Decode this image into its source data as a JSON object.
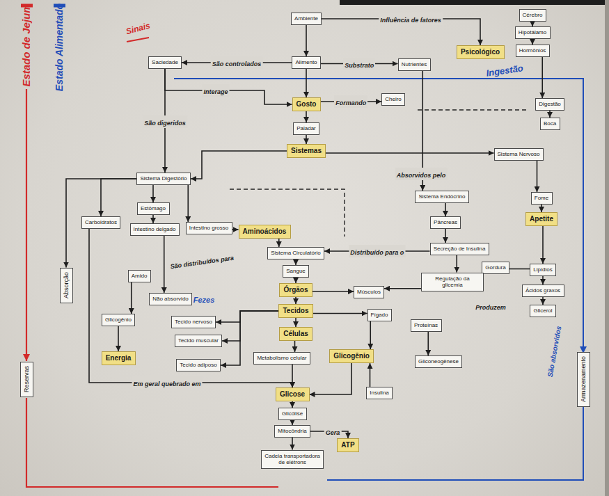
{
  "diagram": {
    "nodes": [
      {
        "text": [
          "Cérebro"
        ]
      },
      {
        "text": [
          "Ambiente"
        ]
      },
      {
        "text": [
          "Hipotálamo"
        ]
      },
      {
        "text": [
          "Hormônios"
        ]
      },
      {
        "text": [
          "Psicológico"
        ]
      },
      {
        "text": [
          "Saciedade"
        ]
      },
      {
        "text": [
          "Alimento"
        ]
      },
      {
        "text": [
          "Nutrientes"
        ]
      },
      {
        "text": [
          "Cheiro"
        ]
      },
      {
        "text": [
          "Gosto"
        ]
      },
      {
        "text": [
          "Digestão"
        ]
      },
      {
        "text": [
          "Boca"
        ]
      },
      {
        "text": [
          "Paladar"
        ]
      },
      {
        "text": [
          "Sistemas"
        ]
      },
      {
        "text": [
          "Sistema Nervoso"
        ]
      },
      {
        "text": [
          "Sistema Digestório"
        ]
      },
      {
        "text": [
          "Sistema Endócrino"
        ]
      },
      {
        "text": [
          "Fome"
        ]
      },
      {
        "text": [
          "Estômago"
        ]
      },
      {
        "text": [
          "Apetite"
        ]
      },
      {
        "text": [
          "Carboidratos"
        ]
      },
      {
        "text": [
          "Pâncreas"
        ]
      },
      {
        "text": [
          "Intestino grosso"
        ]
      },
      {
        "text": [
          "Intestino delgado"
        ]
      },
      {
        "text": [
          "Aminoácidos"
        ]
      },
      {
        "text": [
          "Sistema Circulatório"
        ]
      },
      {
        "text": [
          "Secreção de Insulina"
        ]
      },
      {
        "text": [
          "Sangue"
        ]
      },
      {
        "text": [
          "Gordura"
        ]
      },
      {
        "text": [
          "Lipídios"
        ]
      },
      {
        "text": [
          "Amido"
        ]
      },
      {
        "text": [
          "Absorção"
        ]
      },
      {
        "text": [
          "Regulação da glicemia"
        ]
      },
      {
        "text": [
          "Órgãos"
        ]
      },
      {
        "text": [
          "Músculos"
        ]
      },
      {
        "text": [
          "Ácidos graxos"
        ]
      },
      {
        "text": [
          "Não absorvido"
        ]
      },
      {
        "text": [
          "Tecidos"
        ]
      },
      {
        "text": [
          "Glicerol"
        ]
      },
      {
        "text": [
          "Fígado"
        ]
      },
      {
        "text": [
          "Glicogênio"
        ]
      },
      {
        "text": [
          "Tecido nervoso"
        ]
      },
      {
        "text": [
          "Proteínas"
        ]
      },
      {
        "text": [
          "Células"
        ]
      },
      {
        "text": [
          "Tecido muscular"
        ]
      },
      {
        "text": [
          "Glicogênio"
        ]
      },
      {
        "text": [
          "Gliconeogênese"
        ]
      },
      {
        "text": [
          "Metabolismo celular"
        ]
      },
      {
        "text": [
          "Energia"
        ]
      },
      {
        "text": [
          "Tecido adiposo"
        ]
      },
      {
        "text": [
          "Reservas"
        ]
      },
      {
        "text": [
          "Armazenamento"
        ]
      },
      {
        "text": [
          "Insulina"
        ]
      },
      {
        "text": [
          "Glicose"
        ]
      },
      {
        "text": [
          "Glicólise"
        ]
      },
      {
        "text": [
          "Mitocôndria"
        ]
      },
      {
        "text": [
          "ATP"
        ]
      },
      {
        "text": [
          "Cadeia transportadora de elétrons"
        ]
      }
    ],
    "edges": [
      {
        "from": 1,
        "to": 6,
        "arrow": "to"
      },
      {
        "from": 1,
        "to": 4,
        "label": "Influência de fatores",
        "arrow": "to"
      },
      {
        "from": 0,
        "to": 2,
        "arrow": "to"
      },
      {
        "from": 2,
        "to": 3,
        "arrow": "to"
      },
      {
        "from": 3,
        "to": 10,
        "arrow": "to"
      },
      {
        "from": 6,
        "to": 5,
        "label": "São controlados",
        "arrow": "to"
      },
      {
        "from": 6,
        "to": 7,
        "label": "Substrato",
        "arrow": "to"
      },
      {
        "from": 6,
        "to": 9,
        "arrow": "to"
      },
      {
        "from": 9,
        "to": 12,
        "arrow": "to"
      },
      {
        "from": 12,
        "to": 13,
        "arrow": "to"
      },
      {
        "from": 9,
        "to": 8,
        "label": "Formando",
        "arrow": "to"
      },
      {
        "from": 5,
        "to": 9,
        "label": "Interage",
        "arrow": "to"
      },
      {
        "from": 5,
        "to": 15,
        "label": "São digeridos",
        "arrow": "to"
      },
      {
        "from": 13,
        "to": 15,
        "arrow": "to"
      },
      {
        "from": 13,
        "to": 14,
        "arrow": "to"
      },
      {
        "from": 7,
        "to": 16,
        "label": "Absorvidos pelo",
        "arrow": "to"
      },
      {
        "from": 10,
        "to": 11,
        "arrow": "to"
      },
      {
        "from": 14,
        "to": 17,
        "arrow": "to"
      },
      {
        "from": 17,
        "to": 19,
        "arrow": "to"
      },
      {
        "from": 19,
        "to": 29,
        "arrow": "to"
      },
      {
        "from": 28,
        "to": 29,
        "arrow": "none"
      },
      {
        "from": 29,
        "to": 35,
        "arrow": "to"
      },
      {
        "from": 35,
        "to": 38,
        "arrow": "to"
      },
      {
        "from": 16,
        "to": 21,
        "arrow": "to"
      },
      {
        "from": 21,
        "to": 26,
        "arrow": "to"
      },
      {
        "from": 26,
        "to": 32,
        "arrow": "to"
      },
      {
        "from": 26,
        "to": 25,
        "label": "Distribuído para o",
        "arrow": "to"
      },
      {
        "from": 32,
        "to": 34,
        "arrow": "to"
      },
      {
        "from": 15,
        "to": 18,
        "arrow": "to"
      },
      {
        "from": 15,
        "to": 20,
        "arrow": "to"
      },
      {
        "from": 15,
        "to": 22,
        "arrow": "to"
      },
      {
        "from": 15,
        "to": 31,
        "arrow": "to"
      },
      {
        "from": 18,
        "to": 23,
        "arrow": "to"
      },
      {
        "from": 23,
        "to": 36,
        "arrow": "to"
      },
      {
        "from": 22,
        "to": 24,
        "arrow": "to"
      },
      {
        "from": 24,
        "to": 25,
        "arrow": "to"
      },
      {
        "from": 25,
        "to": 27,
        "arrow": "to"
      },
      {
        "from": 27,
        "to": 33,
        "arrow": "to"
      },
      {
        "from": 33,
        "to": 37,
        "arrow": "to"
      },
      {
        "from": 37,
        "to": 43,
        "arrow": "to"
      },
      {
        "from": 43,
        "to": 47,
        "arrow": "to"
      },
      {
        "from": 47,
        "to": 53,
        "arrow": "to"
      },
      {
        "from": 33,
        "to": 34,
        "arrow": "to"
      },
      {
        "from": 37,
        "to": 39,
        "arrow": "to"
      },
      {
        "from": 39,
        "to": 45,
        "arrow": "to"
      },
      {
        "from": 45,
        "to": 53,
        "arrow": "to"
      },
      {
        "from": 52,
        "to": 45,
        "arrow": "to"
      },
      {
        "from": 42,
        "to": 46,
        "arrow": "to"
      },
      {
        "from": 37,
        "to": 41,
        "arrow": "to"
      },
      {
        "from": 37,
        "to": 44,
        "arrow": "to"
      },
      {
        "from": 37,
        "to": 49,
        "arrow": "to"
      },
      {
        "from": 30,
        "to": 40,
        "arrow": "to"
      },
      {
        "from": 40,
        "to": 48,
        "arrow": "to"
      },
      {
        "from": 20,
        "to": 53,
        "label": "Em geral quebrado em",
        "arrow": "to"
      },
      {
        "from": 53,
        "to": 54,
        "arrow": "to"
      },
      {
        "from": 54,
        "to": 55,
        "arrow": "to"
      },
      {
        "from": 55,
        "to": 57,
        "arrow": "to"
      },
      {
        "from": 55,
        "to": 56,
        "label": "Gera",
        "arrow": "to"
      }
    ],
    "labels": [
      "Estado de Jejum",
      "Estado Alimentado",
      "Sinais",
      "Ingestão",
      "São distribuídos para",
      "Fezes",
      "Produzem",
      "São absorvidos"
    ]
  }
}
